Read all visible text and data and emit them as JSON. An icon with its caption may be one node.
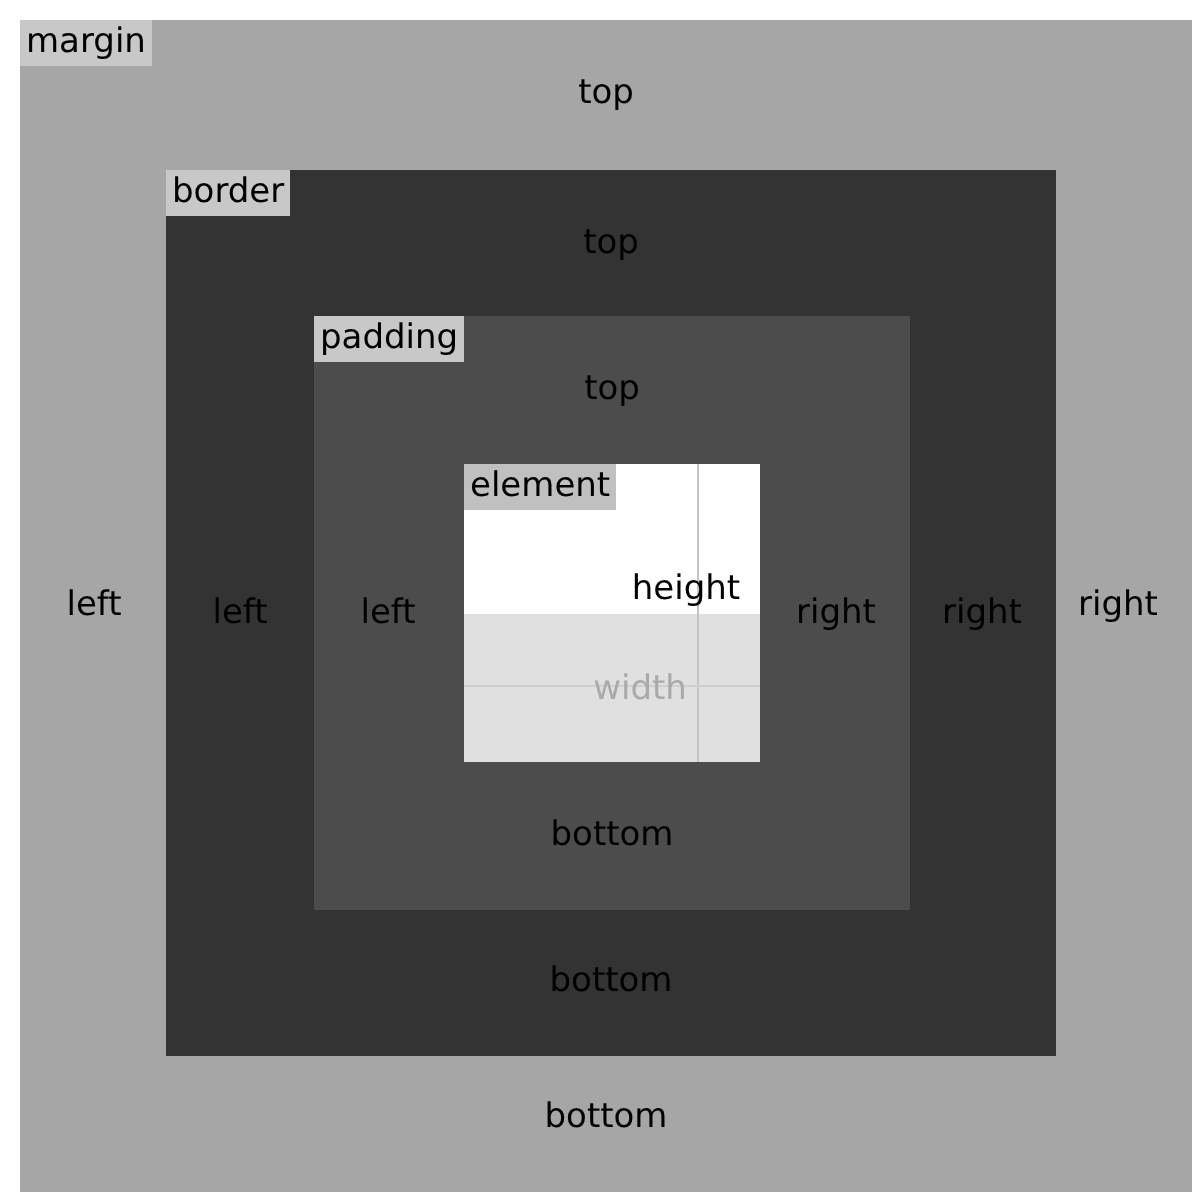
{
  "diagram": {
    "nodes": [
      {
        "text": [
          "margin",
          "top",
          "left",
          "right",
          "bottom"
        ]
      },
      {
        "text": [
          "border",
          "top",
          "left",
          "right",
          "bottom"
        ],
        "in": 0
      },
      {
        "text": [
          "padding",
          "top",
          "left",
          "right",
          "bottom"
        ],
        "in": 1
      },
      {
        "text": [
          "element",
          "height",
          "width"
        ],
        "in": 2
      }
    ]
  }
}
